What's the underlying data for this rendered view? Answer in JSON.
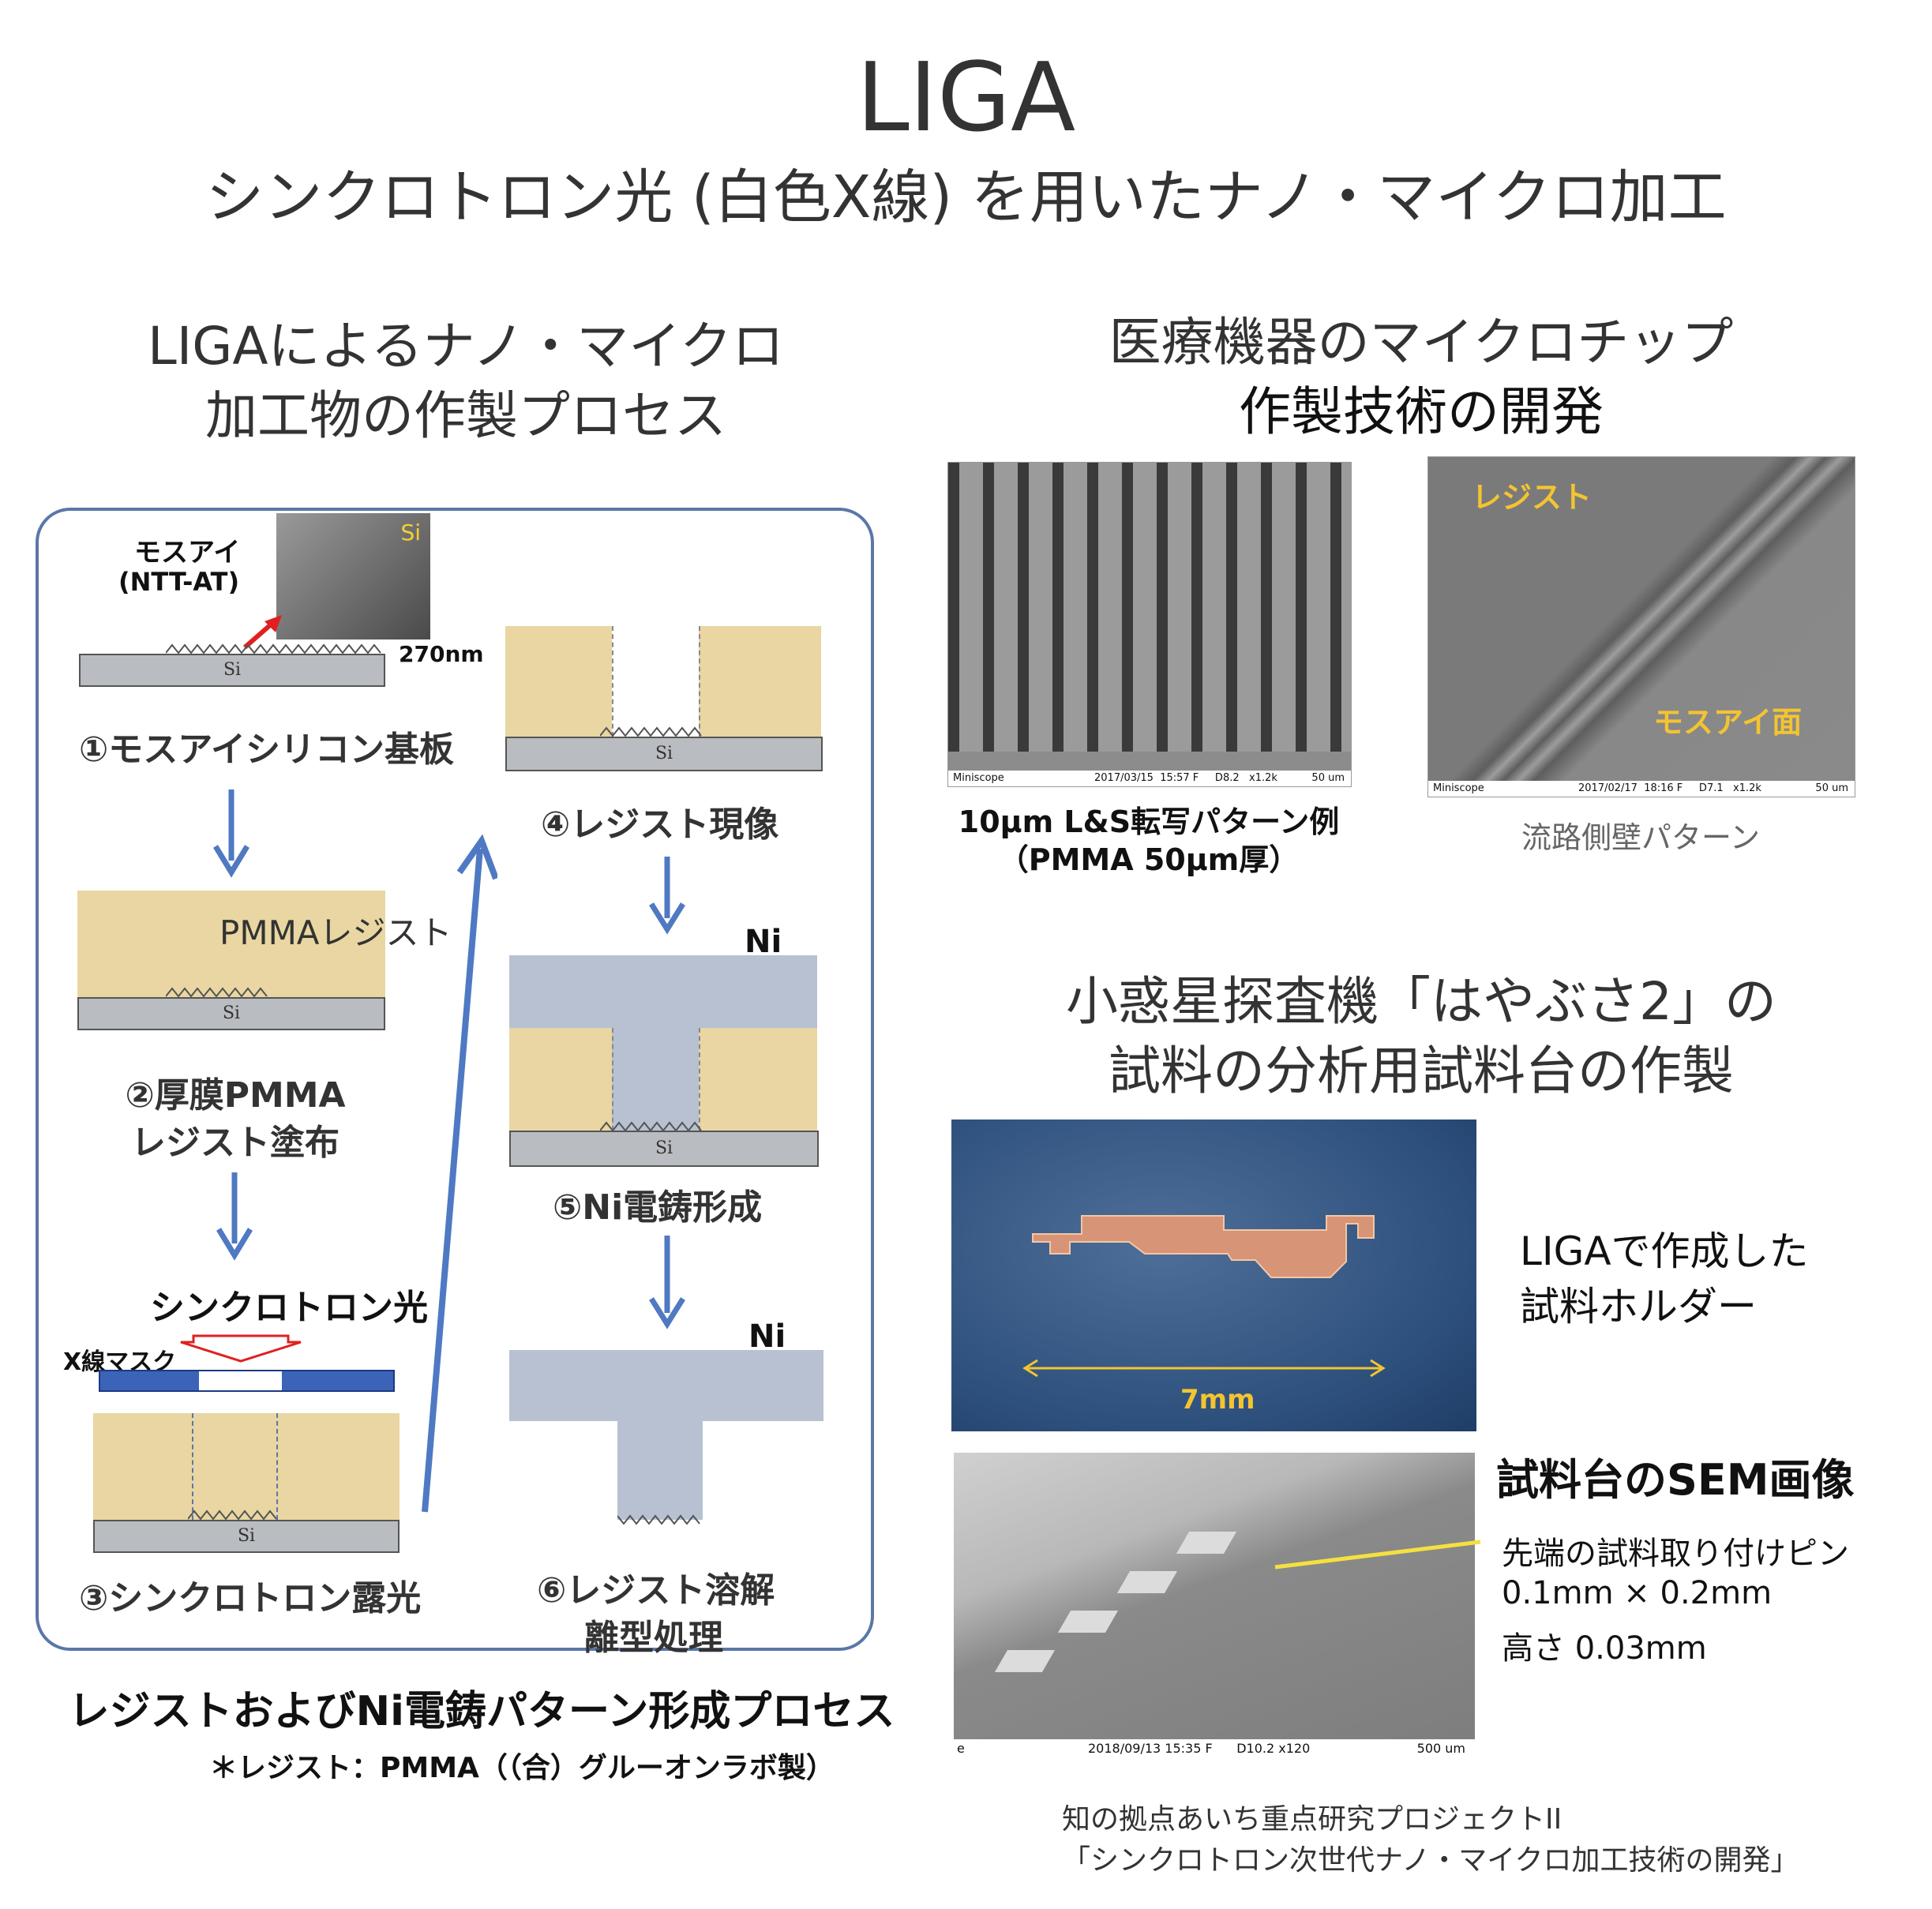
{
  "header": {
    "title": "LIGA",
    "subtitle": "シンクロトロン光 (白色X線) を用いたナノ・マイクロ加工"
  },
  "left": {
    "heading_line1": "LIGAによるナノ・マイクロ",
    "heading_line2": "加工物の作製プロセス",
    "mothseye_label": "モスアイ",
    "mothseye_source": "(NTT-AT)",
    "si_label": "Si",
    "dim_270": "270nm",
    "step1": "①モスアイシリコン基板",
    "pmma_resist": "PMMAレジスト",
    "step2_line1": "②厚膜PMMA",
    "step2_line2": "レジスト塗布",
    "synchrotron_light": "シンクロトロン光",
    "xray_mask": "X線マスク",
    "step3": "③シンクロトロン露光",
    "step4": "④レジスト現像",
    "ni_label": "Ni",
    "step5": "⑤Ni電鋳形成",
    "step6_line1": "⑥レジスト溶解",
    "step6_line2": "離型処理",
    "process_caption": "レジストおよびNi電鋳パターン形成プロセス",
    "resist_note": "＊レジスト：PMMA（（合）グルーオンラボ製）"
  },
  "right_top": {
    "heading_line1": "医療機器のマイクロチップ",
    "heading_line2": "作製技術の開発",
    "sem1_footer_left": "Miniscope",
    "sem1_footer_mid": "2017/03/15  15:57 F     D8.2   x1.2k",
    "sem1_footer_scale": "50 um",
    "sem1_caption_line1": "10μm L&S転写パターン例",
    "sem1_caption_line2": "（PMMA 50μm厚）",
    "sem2_label_resist": "レジスト",
    "sem2_label_mothseye": "モスアイ面",
    "sem2_footer_left": "Miniscope",
    "sem2_footer_mid": "2017/02/17  18:16 F     D7.1   x1.2k",
    "sem2_footer_scale": "50 um",
    "sem2_caption": "流路側壁パターン"
  },
  "right_bottom": {
    "heading_line1": "小惑星探査機「はやぶさ2」の",
    "heading_line2": "試料の分析用試料台の作製",
    "photo_dim": "7mm",
    "holder_text_line1": "LIGAで作成した",
    "holder_text_line2": "試料ホルダー",
    "sem_title": "試料台のSEM画像",
    "pin_line1": "先端の試料取り付けピン",
    "pin_line2": "0.1mm × 0.2mm",
    "pin_line3": "高さ 0.03mm",
    "sem3_footer_left": "e",
    "sem3_footer_mid": "2018/09/13 15:35 F      D10.2 x120",
    "sem3_footer_scale": "500 um"
  },
  "footer": {
    "line1": "知の拠点あいち重点研究プロジェクトII",
    "line2": "「シンクロトロン次世代ナノ・マイクロ加工技術の開発」"
  },
  "colors": {
    "resist": "#e9d6a2",
    "silicon": "#b9bcc0",
    "nickel": "#b7c1d2",
    "arrow_blue": "#4f79c2",
    "panel_border": "#5a77a8",
    "label_yellow": "#f4c430"
  }
}
